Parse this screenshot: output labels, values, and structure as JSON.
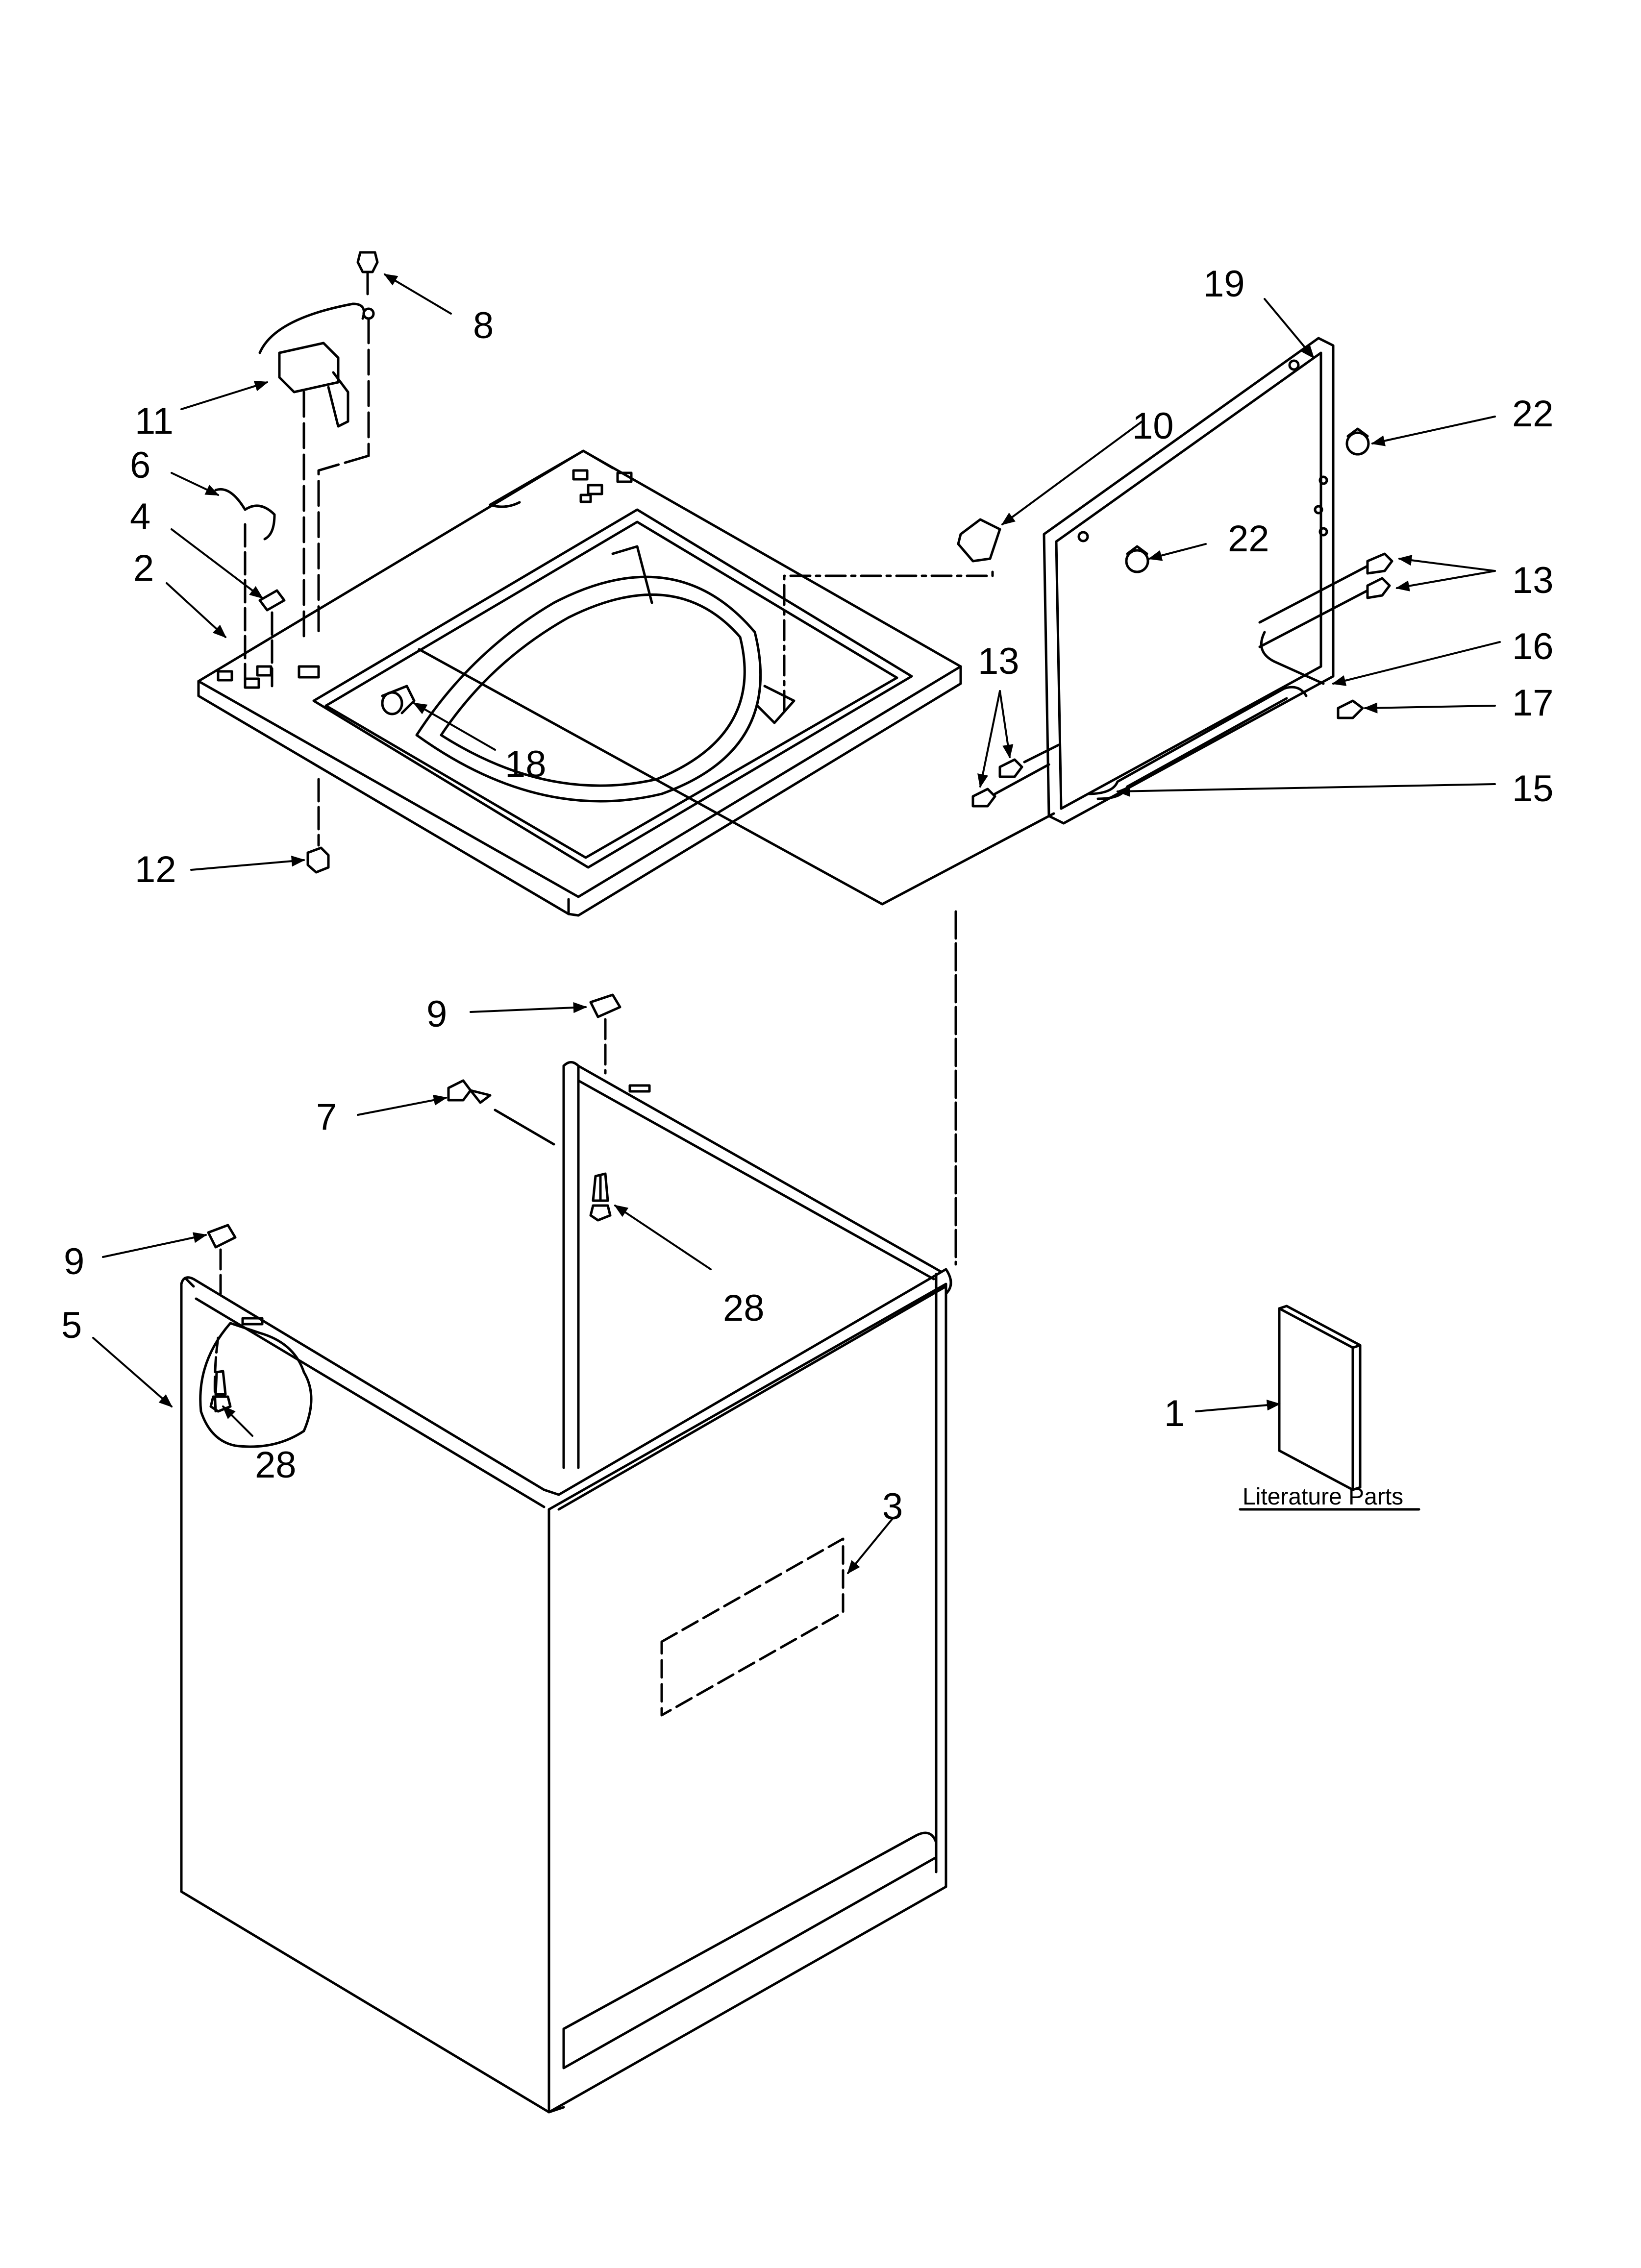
{
  "callouts": {
    "c1": "1",
    "c2": "2",
    "c3": "3",
    "c4": "4",
    "c5": "5",
    "c6": "6",
    "c7": "7",
    "c8": "8",
    "c9a": "9",
    "c9b": "9",
    "c10": "10",
    "c11": "11",
    "c12": "12",
    "c13a": "13",
    "c13b": "13",
    "c15": "15",
    "c16": "16",
    "c17": "17",
    "c18": "18",
    "c19": "19",
    "c22a": "22",
    "c22b": "22",
    "c28a": "28",
    "c28b": "28"
  },
  "caption": "Literature Parts"
}
